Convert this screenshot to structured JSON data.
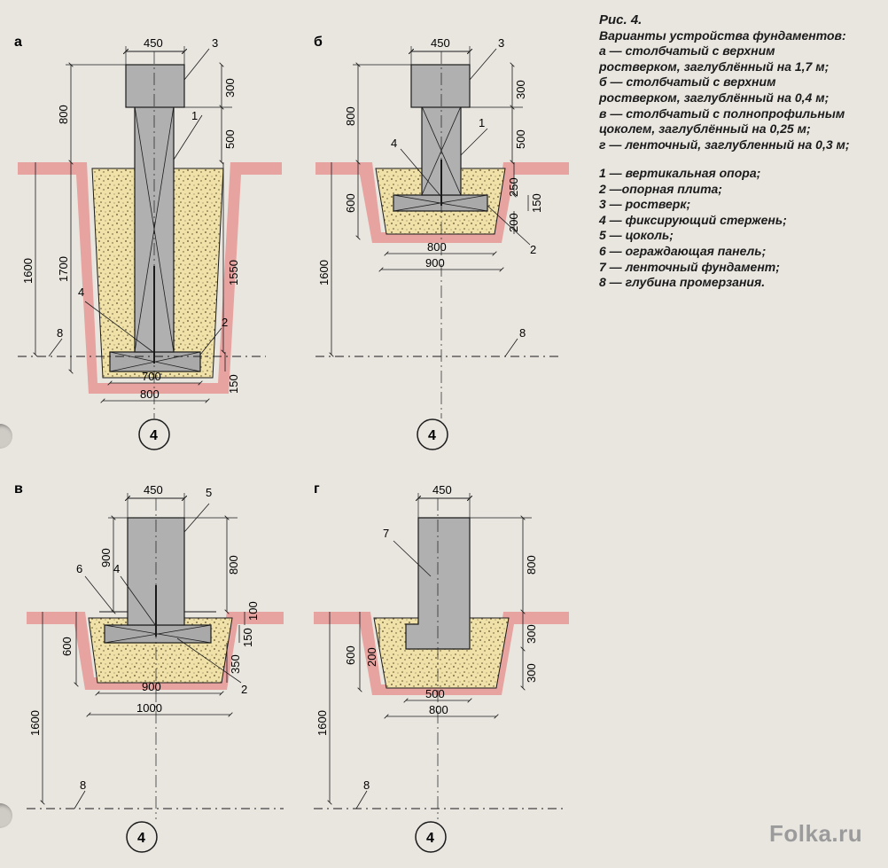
{
  "caption": {
    "figure": "Рис. 4.",
    "title": "Варианты устройства фундаментов:",
    "lines": [
      "а — столбчатый с верхним",
      "ростверком, заглублённый на 1,7 м;",
      "б — столбчатый с верхним",
      "ростверком, заглублённый на 0,4 м;",
      "в — столбчатый с полнопрофильным",
      "цоколем, заглублённый на 0,25 м;",
      "г — ленточный, заглубленный на 0,3 м;"
    ]
  },
  "legend": [
    "1 — вертикальная опора;",
    "2 —опорная плита;",
    "3 — ростверк;",
    "4 — фиксирующий стержень;",
    "5 — цоколь;",
    "6 — ограждающая панель;",
    "7 — ленточный фундамент;",
    "8 — глубина промерзания."
  ],
  "panels": {
    "a": {
      "letter": "а",
      "dims": {
        "top": "450",
        "h300": "300",
        "h500": "500",
        "h800": "800",
        "h1700": "1700",
        "h1600": "1600",
        "h1550": "1550",
        "h150": "150",
        "w700": "700",
        "w800": "800"
      },
      "labels": {
        "n1": "1",
        "n2": "2",
        "n3": "3",
        "n4": "4",
        "n8": "8",
        "circle": "4"
      }
    },
    "b": {
      "letter": "б",
      "dims": {
        "top": "450",
        "h300": "300",
        "h500": "500",
        "h800": "800",
        "h250": "250",
        "h150": "150",
        "h200": "200",
        "h600": "600",
        "h1600": "1600",
        "w800": "800",
        "w900": "900"
      },
      "labels": {
        "n1": "1",
        "n2": "2",
        "n3": "3",
        "n4": "4",
        "n8": "8",
        "circle": "4"
      }
    },
    "v": {
      "letter": "в",
      "dims": {
        "top": "450",
        "h900": "900",
        "h800": "800",
        "h100": "100",
        "h150": "150",
        "h350": "350",
        "h600": "600",
        "h1600": "1600",
        "w900": "900",
        "w1000": "1000"
      },
      "labels": {
        "n2": "2",
        "n4": "4",
        "n5": "5",
        "n6": "6",
        "n8": "8",
        "circle": "4"
      }
    },
    "g": {
      "letter": "г",
      "dims": {
        "top": "450",
        "h800": "800",
        "h300a": "300",
        "h300b": "300",
        "h600": "600",
        "h200": "200",
        "h1600": "1600",
        "w500": "500",
        "w800": "800"
      },
      "labels": {
        "n7": "7",
        "n8": "8",
        "circle": "4"
      }
    }
  },
  "watermark": "Folka.ru",
  "colors": {
    "paper": "#e9e6e0",
    "soil": "#e6a3a0",
    "sand": "#efe1a8",
    "concrete": "#b0b0b0",
    "ink": "#1b1b1b"
  }
}
